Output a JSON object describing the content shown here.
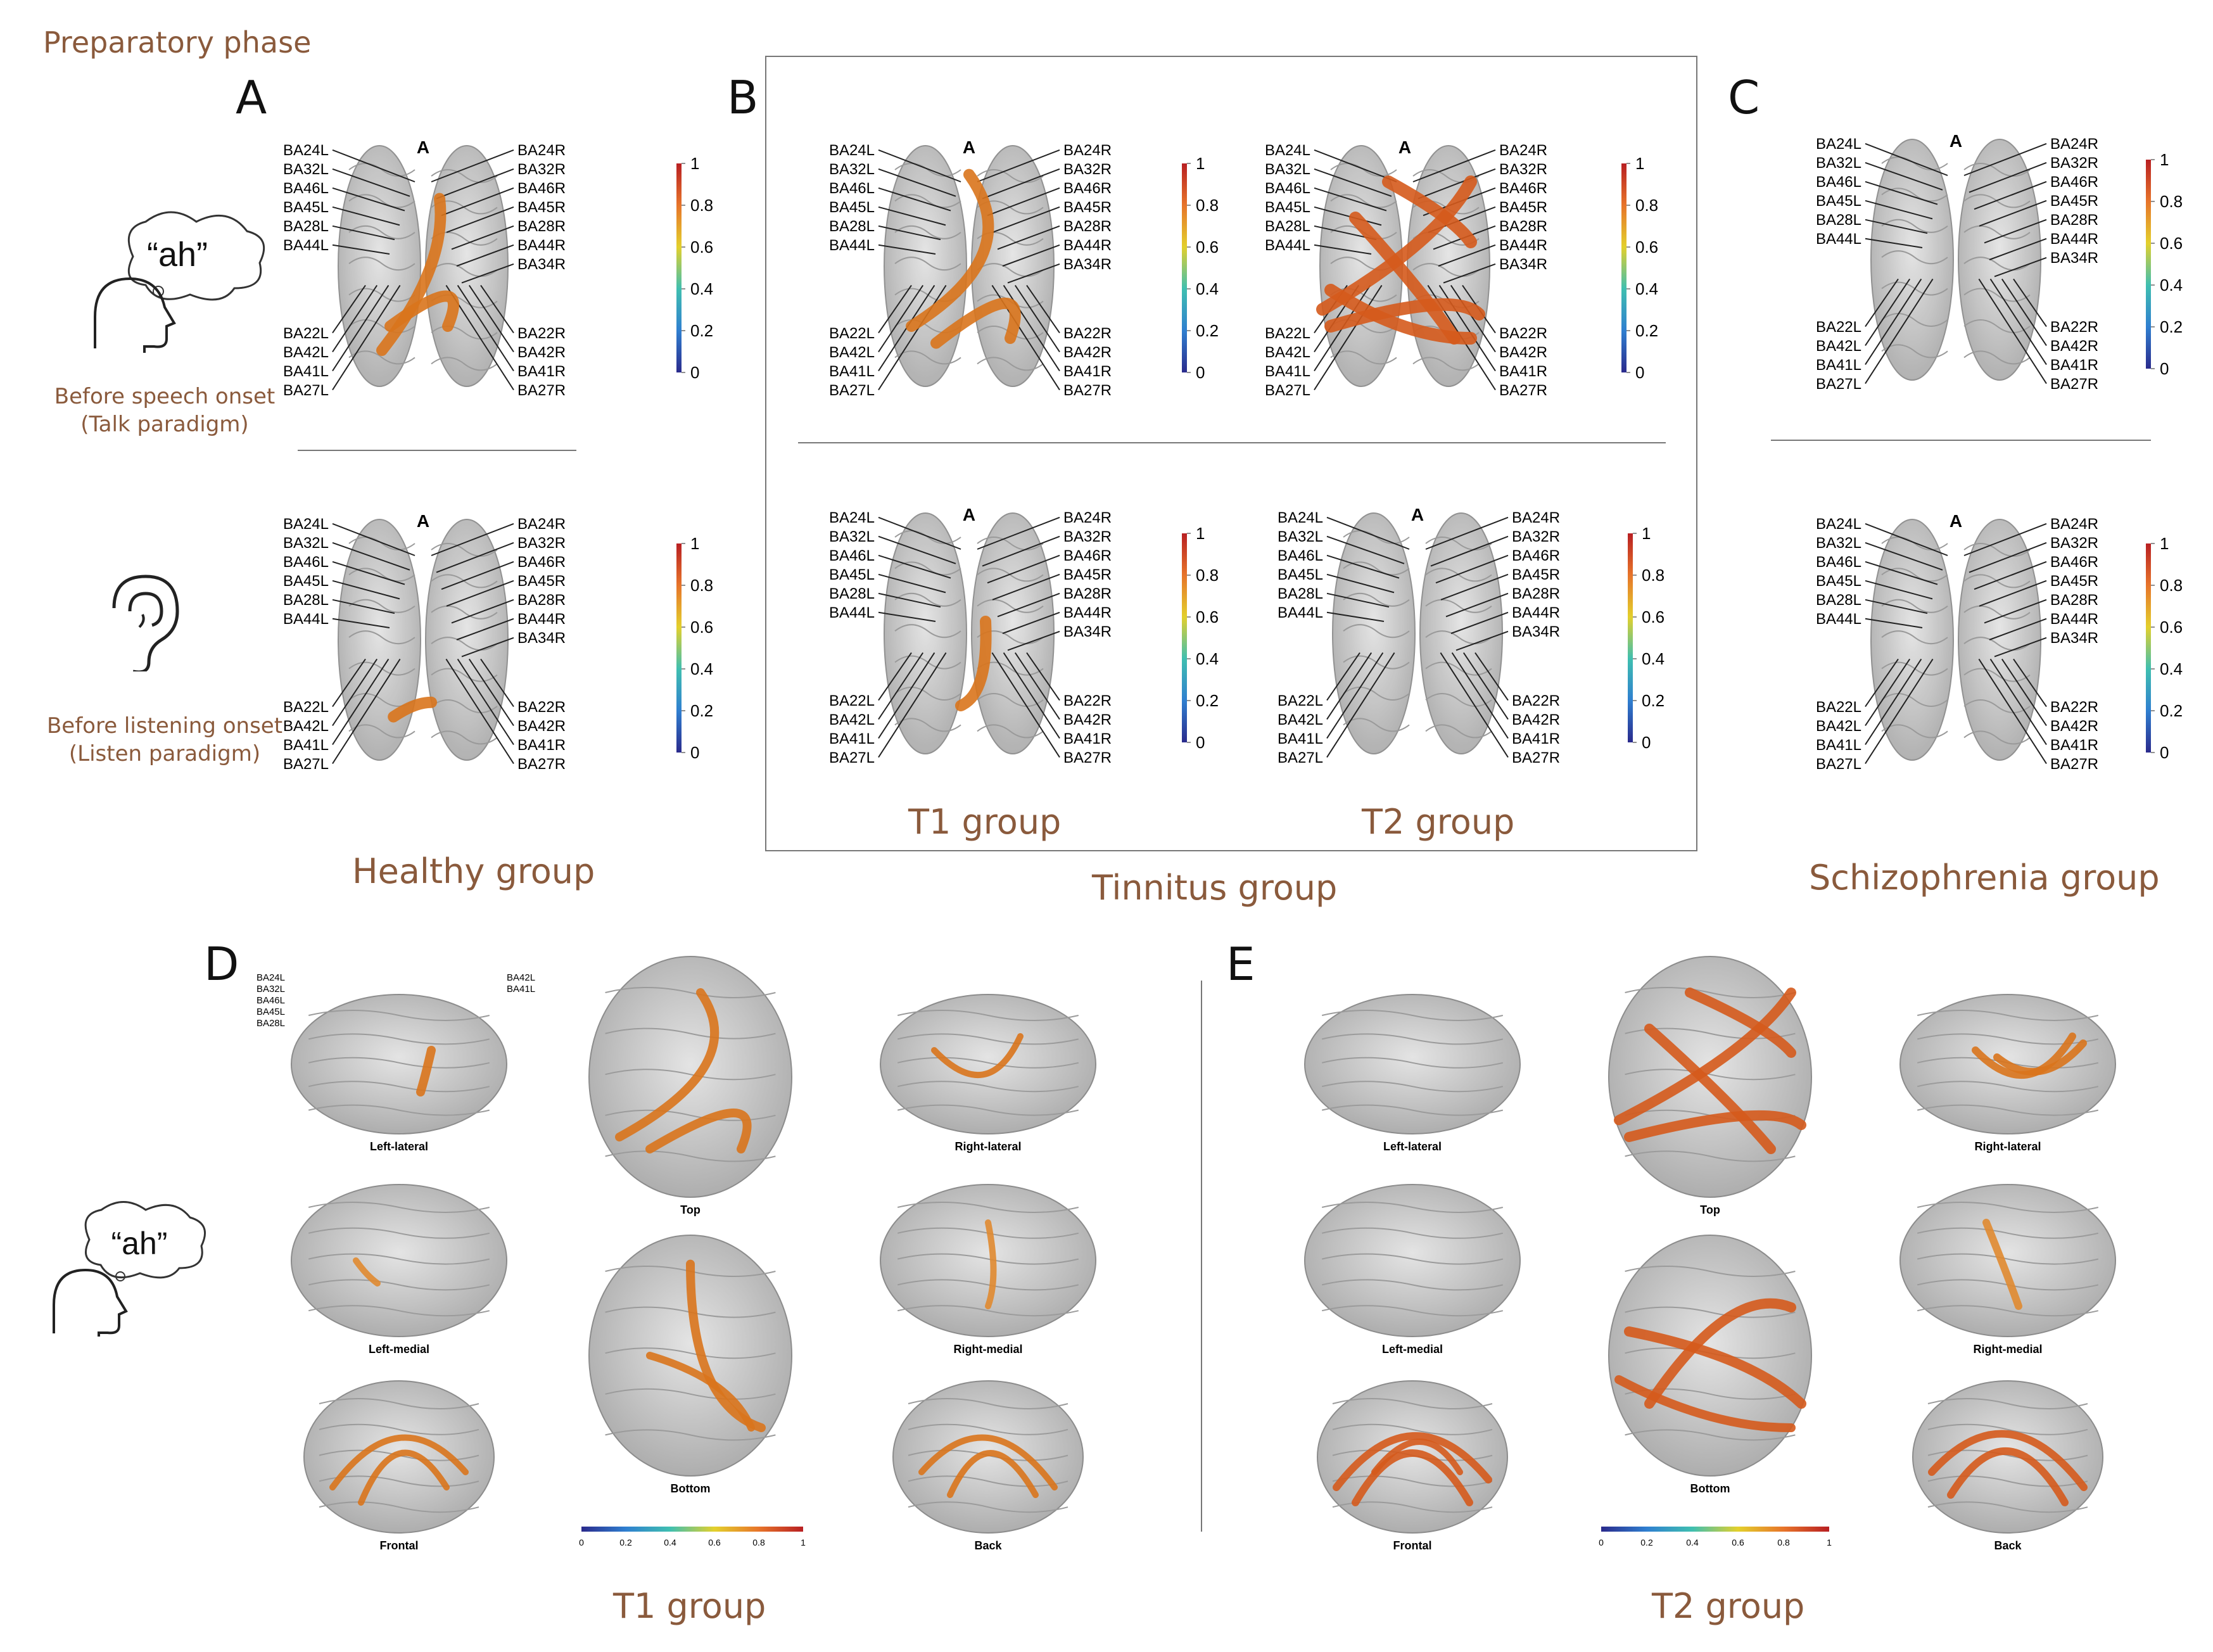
{
  "phase_title": "Preparatory phase",
  "panels": {
    "A": {
      "letter": "A",
      "group": "Healthy group"
    },
    "B": {
      "letter": "B",
      "group": "Tinnitus group",
      "sub1": "T1 group",
      "sub2": "T2 group"
    },
    "C": {
      "letter": "C",
      "group": "Schizophrenia group"
    },
    "D": {
      "letter": "D",
      "group": "T1 group"
    },
    "E": {
      "letter": "E",
      "group": "T2 group"
    }
  },
  "conditions": {
    "talk": {
      "line1": "Before speech onset",
      "line2": "(Talk paradigm)"
    },
    "listen": {
      "line1": "Before listening onset",
      "line2": "(Listen paradigm)"
    }
  },
  "speech_bubble": "“ah”",
  "anterior_marker": "A",
  "labels_left": [
    "BA24L",
    "BA32L",
    "BA46L",
    "BA45L",
    "BA28L",
    "BA44L"
  ],
  "labels_right": [
    "BA24R",
    "BA32R",
    "BA46R",
    "BA45R",
    "BA28R",
    "BA44R",
    "BA34R"
  ],
  "labels_left_bottom": [
    "BA22L",
    "BA42L",
    "BA41L",
    "BA27L"
  ],
  "labels_right_bottom": [
    "BA22R",
    "BA42R",
    "BA41R",
    "BA27R"
  ],
  "colorbar_ticks": [
    "1",
    "0.8",
    "0.6",
    "0.4",
    "0.2",
    "0"
  ],
  "colorbar_ticks_horizontal": [
    "0",
    "0.2",
    "0.4",
    "0.6",
    "0.8",
    "1"
  ],
  "view_names": [
    "Left-lateral",
    "Top",
    "Right-lateral",
    "Left-medial",
    "Bottom",
    "Right-medial",
    "Frontal",
    "Back"
  ],
  "colors": {
    "accent": "#8a5a3c",
    "connection": "#d9741c"
  }
}
